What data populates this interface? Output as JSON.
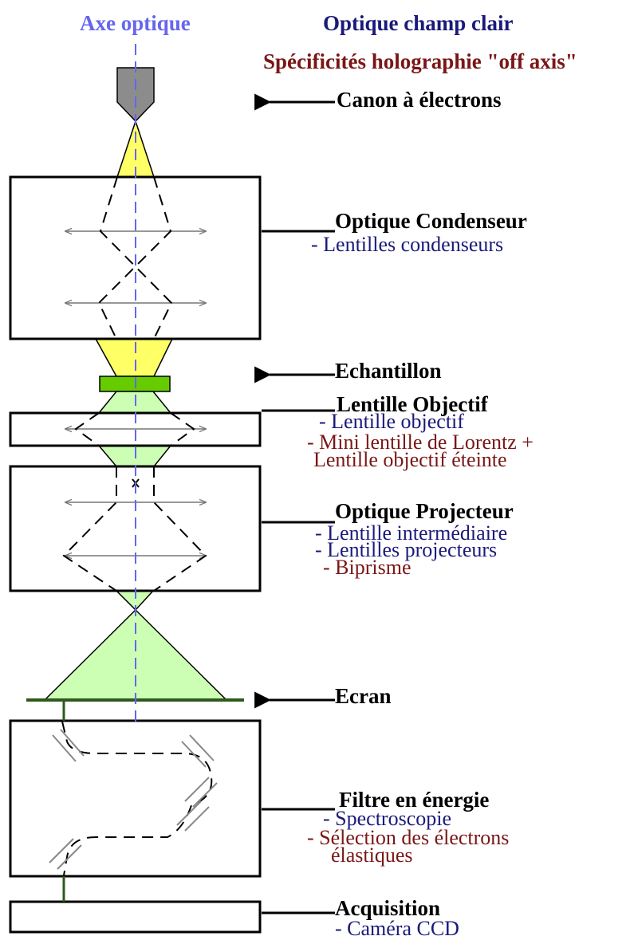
{
  "header": {
    "axis_label": "Axe optique",
    "brightfield_title": "Optique champ clair",
    "offaxis_title": "Spécificités holographie \"off axis\"",
    "colors": {
      "axis": "#6666ee",
      "brightfield": "#1a1a7a",
      "offaxis": "#7a1616"
    }
  },
  "sections": {
    "gun": {
      "title": "Canon à électrons"
    },
    "condenser": {
      "title": "Optique Condenseur",
      "items": [
        "- Lentilles condenseurs"
      ]
    },
    "sample": {
      "title": "Echantillon"
    },
    "objective": {
      "title": "Lentille Objectif",
      "items": [
        "- Lentille objectif"
      ],
      "offaxis_items": [
        "- Mini lentille de Lorentz +",
        "Lentille objectif éteinte"
      ]
    },
    "projector": {
      "title": "Optique Projecteur",
      "items": [
        "- Lentille intermédiaire",
        "- Lentilles projecteurs"
      ],
      "offaxis_items": [
        "- Biprisme"
      ]
    },
    "screen": {
      "title": "Ecran"
    },
    "filter": {
      "title": "Filtre en énergie",
      "items": [
        "- Spectroscopie"
      ],
      "offaxis_items": [
        "- Sélection des électrons",
        "élastiques"
      ]
    },
    "acquisition": {
      "title": "Acquisition",
      "items": [
        "- Caméra CCD"
      ]
    }
  },
  "colors": {
    "beam_yellow": "#ffff66",
    "beam_green": "#ccffb3",
    "sample_green": "#66cc00",
    "screen_green": "#2d5a1a",
    "gun_grey": "#8c8c8c",
    "lens_grey": "#777777"
  }
}
